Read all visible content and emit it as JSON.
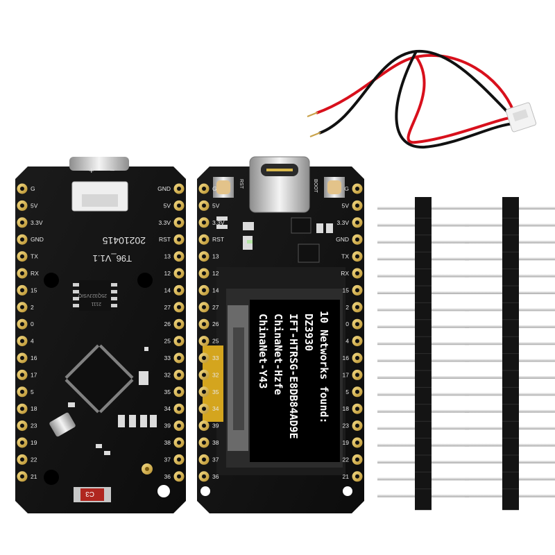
{
  "cable": {
    "wire_colors": [
      "#d8101c",
      "#111111"
    ]
  },
  "board_back": {
    "pcb_label": "T96_V1.1",
    "date_code": "20210415",
    "flash_chip_text": [
      "25Q32JVSIQ",
      "2111"
    ],
    "antenna_label": "C3",
    "left_pins": [
      "G",
      "5V",
      "3.3V",
      "GND",
      "TX",
      "RX",
      "15",
      "2",
      "0",
      "4",
      "16",
      "17",
      "5",
      "18",
      "23",
      "19",
      "22",
      "21"
    ],
    "right_pins": [
      "GND",
      "5V",
      "3.3V",
      "RST",
      "13",
      "12",
      "14",
      "27",
      "26",
      "25",
      "33",
      "32",
      "35",
      "34",
      "39",
      "38",
      "37",
      "36"
    ]
  },
  "board_front": {
    "button_labels": [
      "RST",
      "BOOT"
    ],
    "left_pins": [
      "G",
      "5V",
      "3.3V",
      "RST",
      "13",
      "12",
      "14",
      "27",
      "26",
      "25",
      "33",
      "32",
      "35",
      "34",
      "39",
      "38",
      "37",
      "36"
    ],
    "right_pins": [
      "G",
      "5V",
      "3.3V",
      "GND",
      "TX",
      "RX",
      "15",
      "2",
      "0",
      "4",
      "16",
      "17",
      "5",
      "18",
      "23",
      "19",
      "22",
      "21"
    ],
    "oled_lines": [
      "10 Networks found:",
      "DZ3930",
      "IFT-HTRSG-E8DB84AD9E",
      "ChinaNet-Hzfe",
      "ChinaNet-Y43"
    ]
  },
  "headers": {
    "count": 2,
    "pins_per_header": 18
  }
}
